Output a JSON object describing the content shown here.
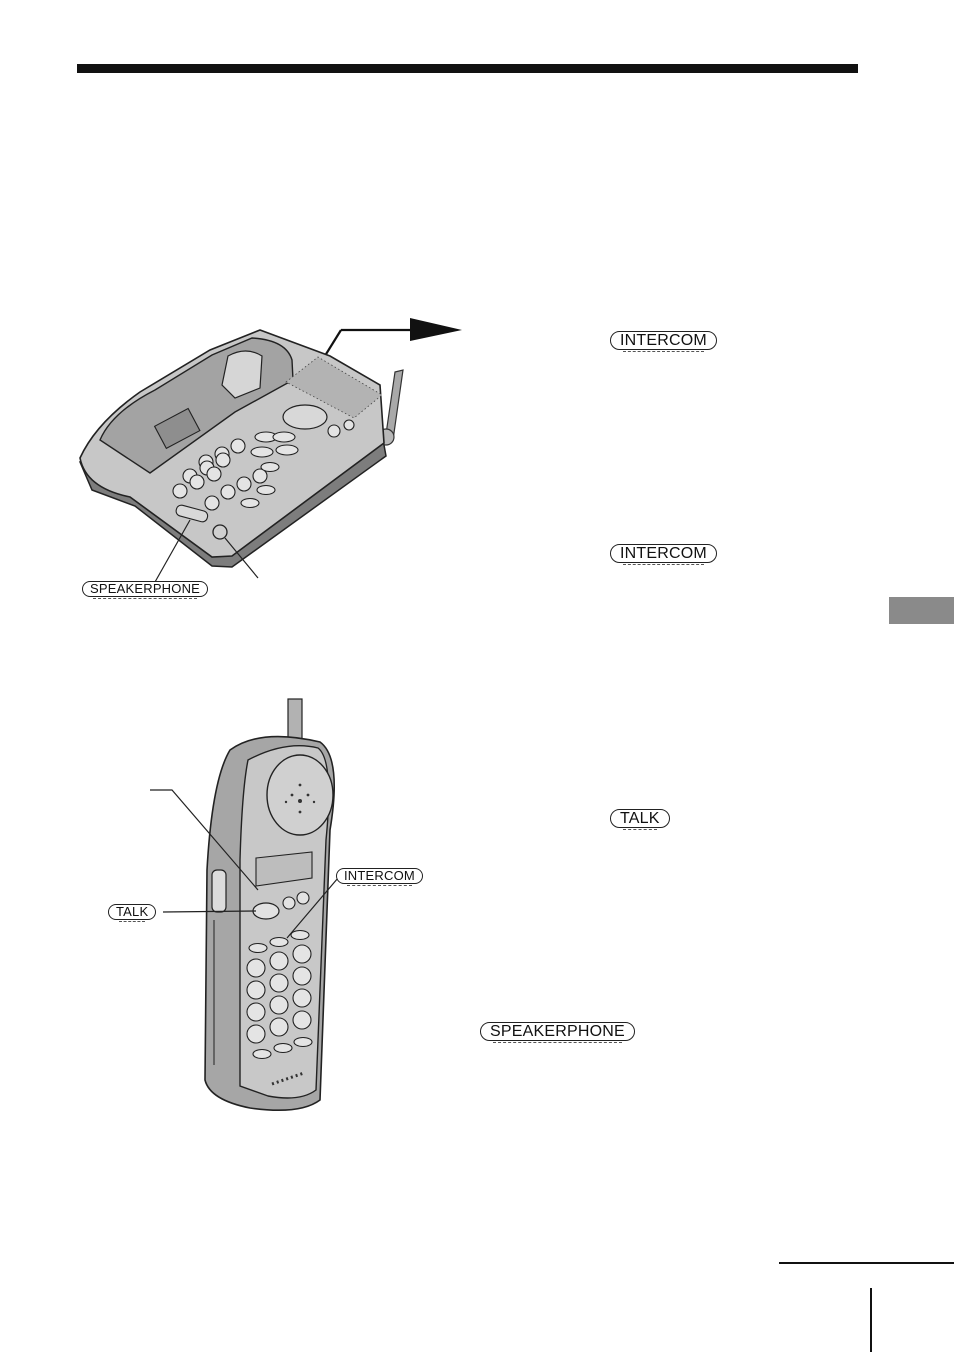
{
  "figure_labels": {
    "base_speakerphone": "SPEAKERPHONE",
    "handset_talk": "TALK",
    "handset_intercom": "INTERCOM"
  },
  "steps": {
    "intercom_1": "INTERCOM",
    "intercom_2": "INTERCOM",
    "talk": "TALK",
    "speakerphone": "SPEAKERPHONE"
  }
}
